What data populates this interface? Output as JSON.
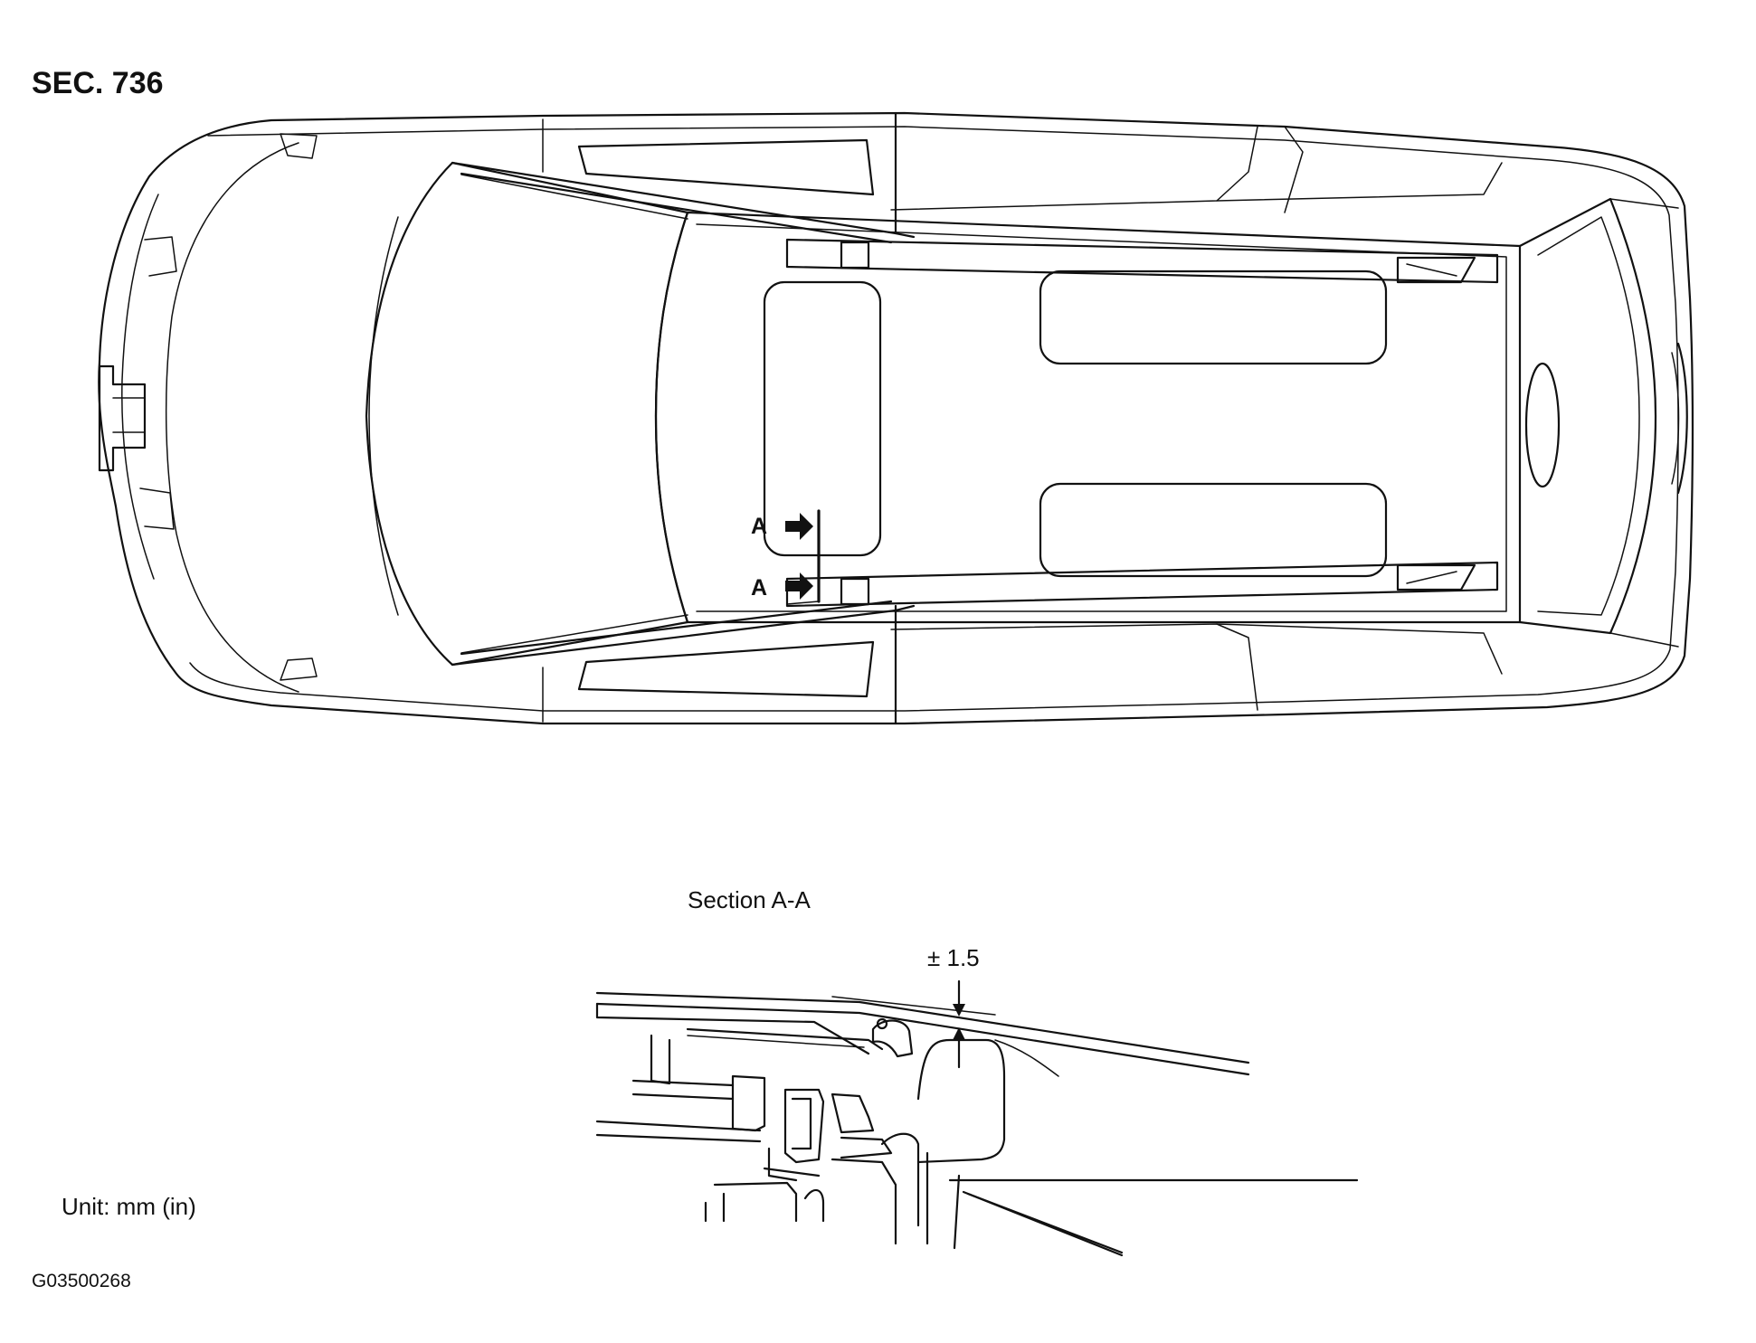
{
  "header": {
    "section_code": "SEC. 736"
  },
  "top_view": {
    "section_marker_upper": "A",
    "section_marker_lower": "A"
  },
  "section_view": {
    "title": "Section A-A",
    "tolerance": "± 1.5"
  },
  "footer": {
    "unit": "Unit: mm (in)",
    "figure_id": "G03500268"
  }
}
